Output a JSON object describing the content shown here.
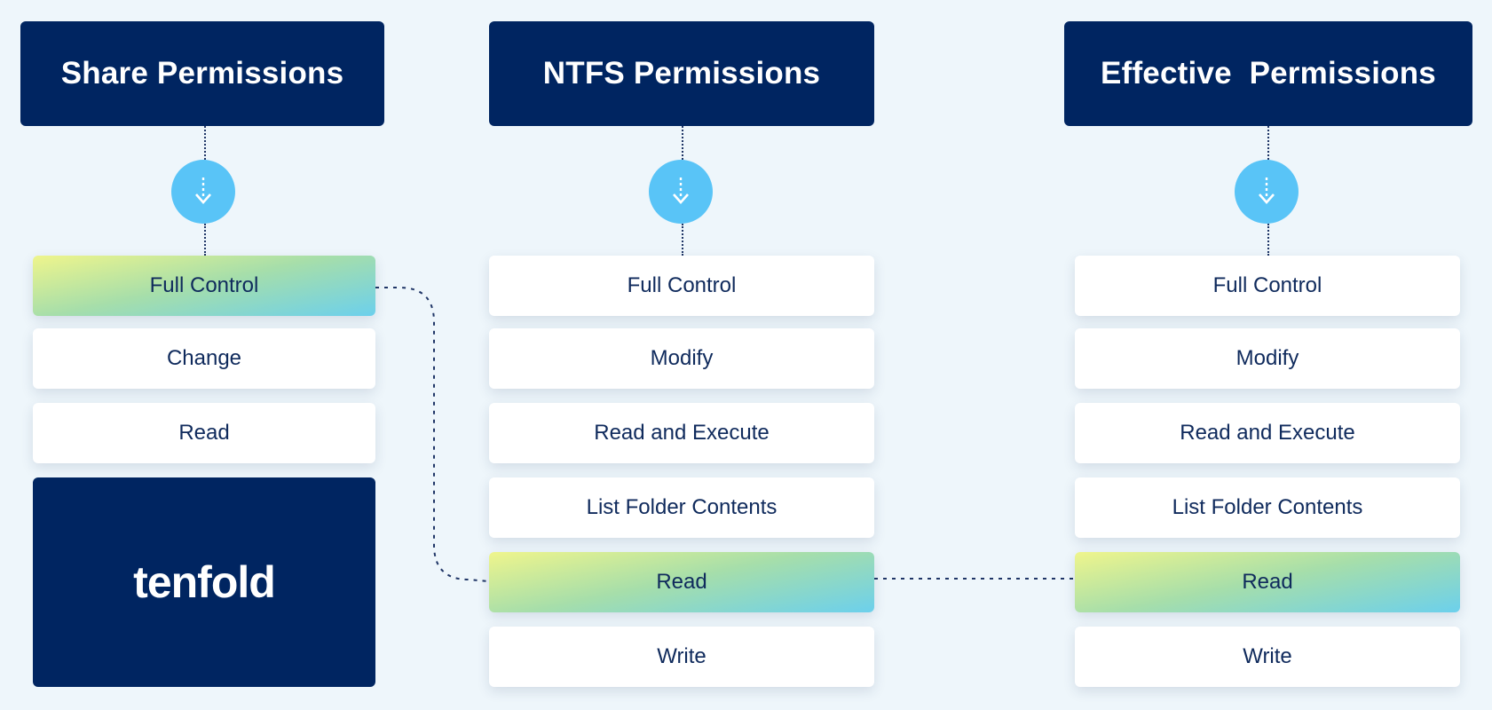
{
  "columns": [
    {
      "header": "Share Permissions",
      "icon": "arrow-down-icon",
      "items": [
        {
          "label": "Full Control",
          "highlighted": true
        },
        {
          "label": "Change",
          "highlighted": false
        },
        {
          "label": "Read",
          "highlighted": false
        }
      ]
    },
    {
      "header": "NTFS Permissions",
      "icon": "arrow-down-icon",
      "items": [
        {
          "label": "Full Control",
          "highlighted": false
        },
        {
          "label": "Modify",
          "highlighted": false
        },
        {
          "label": "Read and Execute",
          "highlighted": false
        },
        {
          "label": "List Folder Contents",
          "highlighted": false
        },
        {
          "label": "Read",
          "highlighted": true
        },
        {
          "label": "Write",
          "highlighted": false
        }
      ]
    },
    {
      "header": "Effective  Permissions",
      "icon": "arrow-down-icon",
      "items": [
        {
          "label": "Full Control",
          "highlighted": false
        },
        {
          "label": "Modify",
          "highlighted": false
        },
        {
          "label": "Read and Execute",
          "highlighted": false
        },
        {
          "label": "List Folder Contents",
          "highlighted": false
        },
        {
          "label": "Read",
          "highlighted": true
        },
        {
          "label": "Write",
          "highlighted": false
        }
      ]
    }
  ],
  "logo": {
    "text": "tenfold"
  },
  "colors": {
    "navy": "#002561",
    "accent_blue": "#59c4f7",
    "background": "#eef6fb",
    "highlight_gradient": [
      "#eff58c",
      "#a6deaa",
      "#6cd0ec"
    ]
  }
}
